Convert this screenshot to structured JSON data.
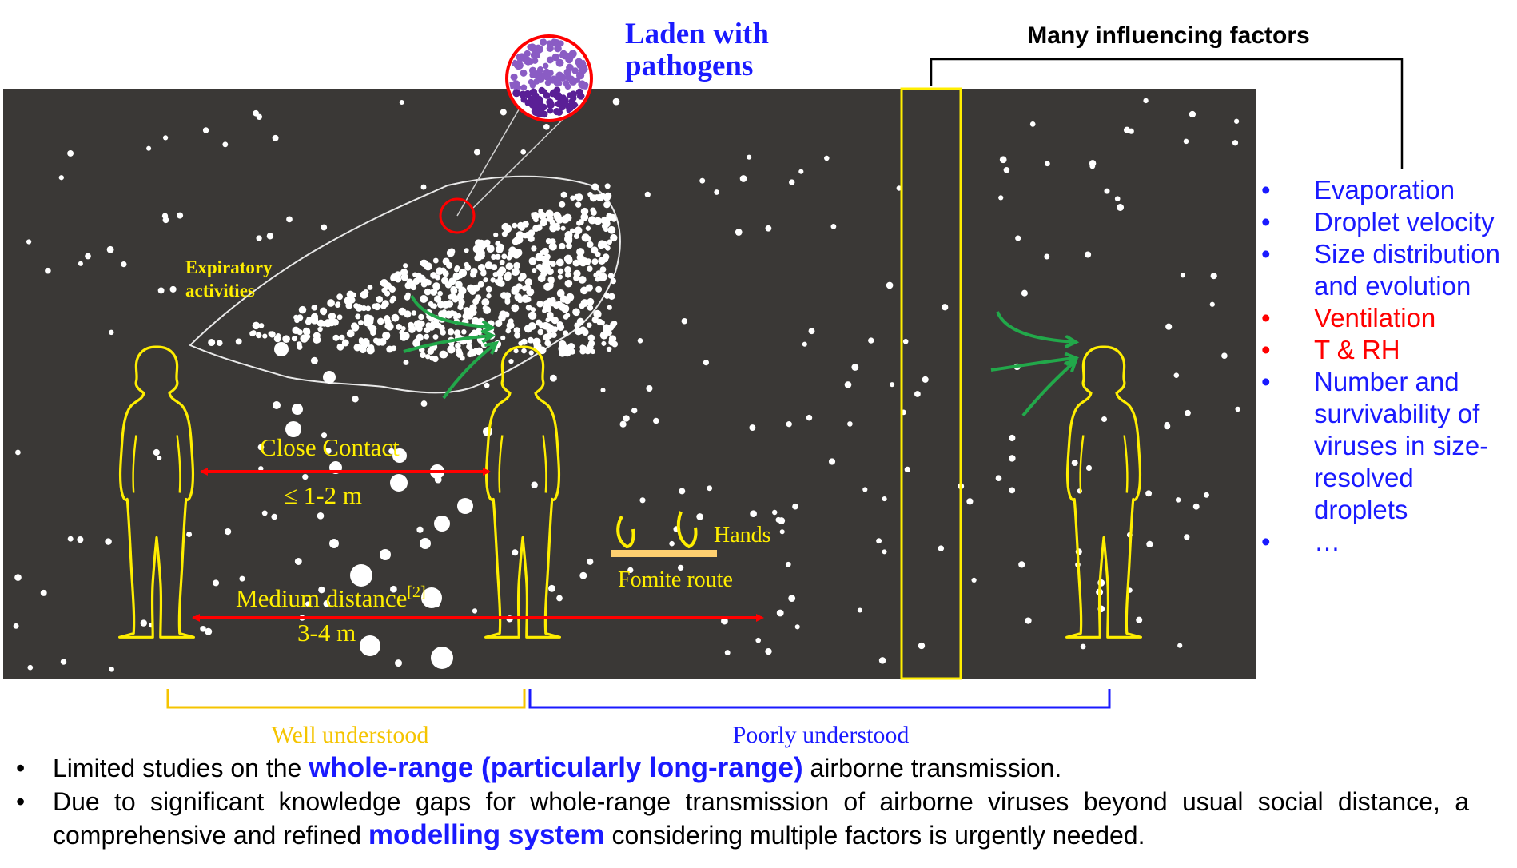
{
  "header": {
    "pathogen_label_line1": "Laden with",
    "pathogen_label_line2": "pathogens",
    "factors_title": "Many influencing factors"
  },
  "scene": {
    "expiratory_line1": "Expiratory",
    "expiratory_line2": "activities",
    "close_contact_label": "Close Contact",
    "close_contact_distance": "≤ 1-2 m",
    "medium_label": "Medium distance",
    "medium_ref": "[2]",
    "medium_distance": "3-4 m",
    "hands_label": "Hands",
    "fomite_label": "Fomite route",
    "well_understood": "Well understood",
    "poorly_understood": "Poorly understood"
  },
  "factors": [
    {
      "text": "Evaporation",
      "color": "#1a1aff"
    },
    {
      "text": "Droplet velocity",
      "color": "#1a1aff"
    },
    {
      "text": "Size distribution and evolution",
      "color": "#1a1aff"
    },
    {
      "text": "Ventilation",
      "color": "#ff0000"
    },
    {
      "text": "T & RH",
      "color": "#ff0000"
    },
    {
      "text": "Number and survivability of viruses in size-resolved droplets",
      "color": "#1a1aff"
    },
    {
      "text": "…",
      "color": "#1a1aff"
    }
  ],
  "notes": {
    "n1_pre": "Limited studies on the",
    "n1_hl": "whole-range (particularly long-range)",
    "n1_post": "airborne transmission.",
    "n2_pre": "Due to significant knowledge gaps for whole-range transmission of airborne viruses beyond usual social distance, a comprehensive and refined",
    "n2_hl": "modelling system",
    "n2_post": "considering multiple factors is urgently needed."
  },
  "colors": {
    "background_panel": "#3a3836",
    "figure_outline": "#ffee00",
    "close_arrow": "#ff0000",
    "inhale_arrow": "#22a84a",
    "well_bracket": "#f5c400",
    "poor_bracket": "#1a1aff",
    "pathogen_dots": "#6a2fa8",
    "highlight_blue": "#1a1aff",
    "fomite_bar": "#ffd070"
  }
}
